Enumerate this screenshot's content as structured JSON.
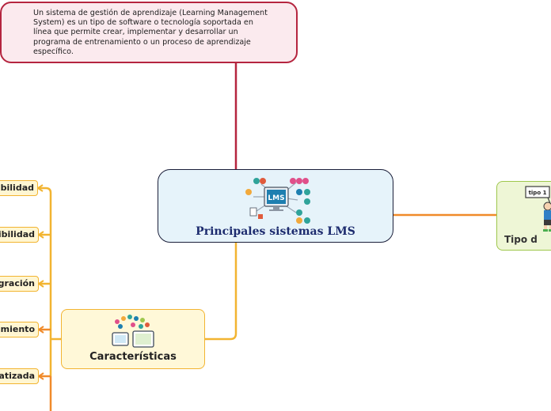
{
  "definition": {
    "text": "Un sistema de gestión de aprendizaje (Learning Management System) es un tipo de software o tecnología soportada en línea que permite crear, implementar y desarrollar un programa de entrenamiento o un proceso de aprendizaje específico."
  },
  "central": {
    "title": "Principales sistemas LMS",
    "screen_label": "LMS"
  },
  "caracteristicas": {
    "title": "Características"
  },
  "tipo": {
    "title": "Tipo d",
    "sign_label": "tipo 1"
  },
  "leaves": [
    {
      "label": "ibilidad"
    },
    {
      "label": "ibilidad"
    },
    {
      "label": "gración"
    },
    {
      "label": "miento"
    },
    {
      "label": "atizada"
    }
  ],
  "colors": {
    "definition_border": "#b5253f",
    "central_border": "#1b1f3a",
    "branch_yellow": "#f2b431",
    "branch_orange": "#f08a2a",
    "tipo_border": "#9fc74d"
  }
}
